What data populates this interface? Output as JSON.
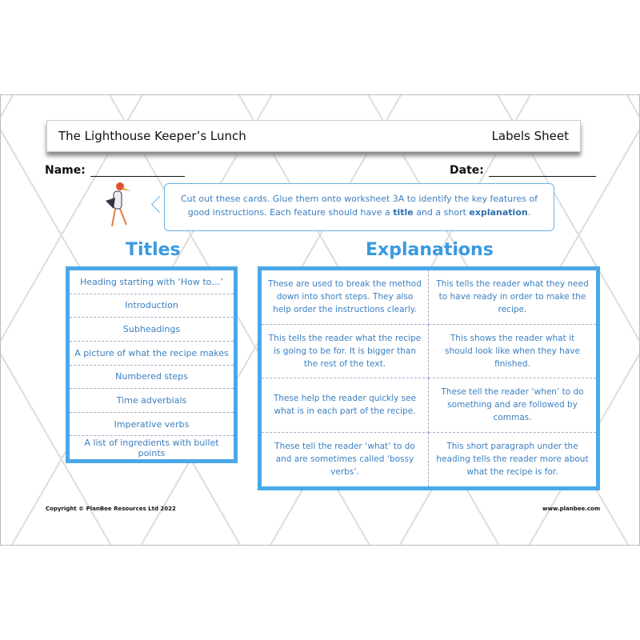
{
  "header": {
    "title": "The Lighthouse Keeper’s Lunch",
    "sheet_type": "Labels Sheet"
  },
  "fields": {
    "name_label": "Name:",
    "date_label": "Date:"
  },
  "instructions": {
    "part1": "Cut out these cards.  Glue them onto worksheet 3A to identify the key features of good instructions.  Each feature should have a ",
    "bold1": "title",
    "part2": " and a short ",
    "bold2": "explanation",
    "part3": "."
  },
  "titles": {
    "heading": "Titles",
    "items": [
      "Heading starting with ‘How to…’",
      "Introduction",
      "Subheadings",
      "A picture of what the recipe makes",
      "Numbered steps",
      "Time adverbials",
      "Imperative verbs",
      "A list of ingredients with bullet points"
    ]
  },
  "explanations": {
    "heading": "Explanations",
    "items": [
      "These are used to break the method down into short steps.  They also help order the instructions clearly.",
      "This tells the reader what they need to have ready in order to make the recipe.",
      "This tells the reader what the recipe is going to be for.  It is bigger than the rest of the text.",
      "This shows the reader what it should look like when they have finished.",
      "These help the reader quickly see what is in each part of the recipe.",
      "These tell the reader ‘when’ to do something and are followed by commas.",
      "These tell the reader ‘what’ to do and are sometimes called ‘bossy verbs’.",
      "This short paragraph under the heading tells the reader more about what the recipe is for."
    ]
  },
  "footer": {
    "copyright": "Copyright © PlanBee Resources Ltd 2022",
    "website": "www.planbee.com"
  },
  "colors": {
    "accent": "#4aa8e8",
    "text_blue": "#3a7fc0"
  }
}
